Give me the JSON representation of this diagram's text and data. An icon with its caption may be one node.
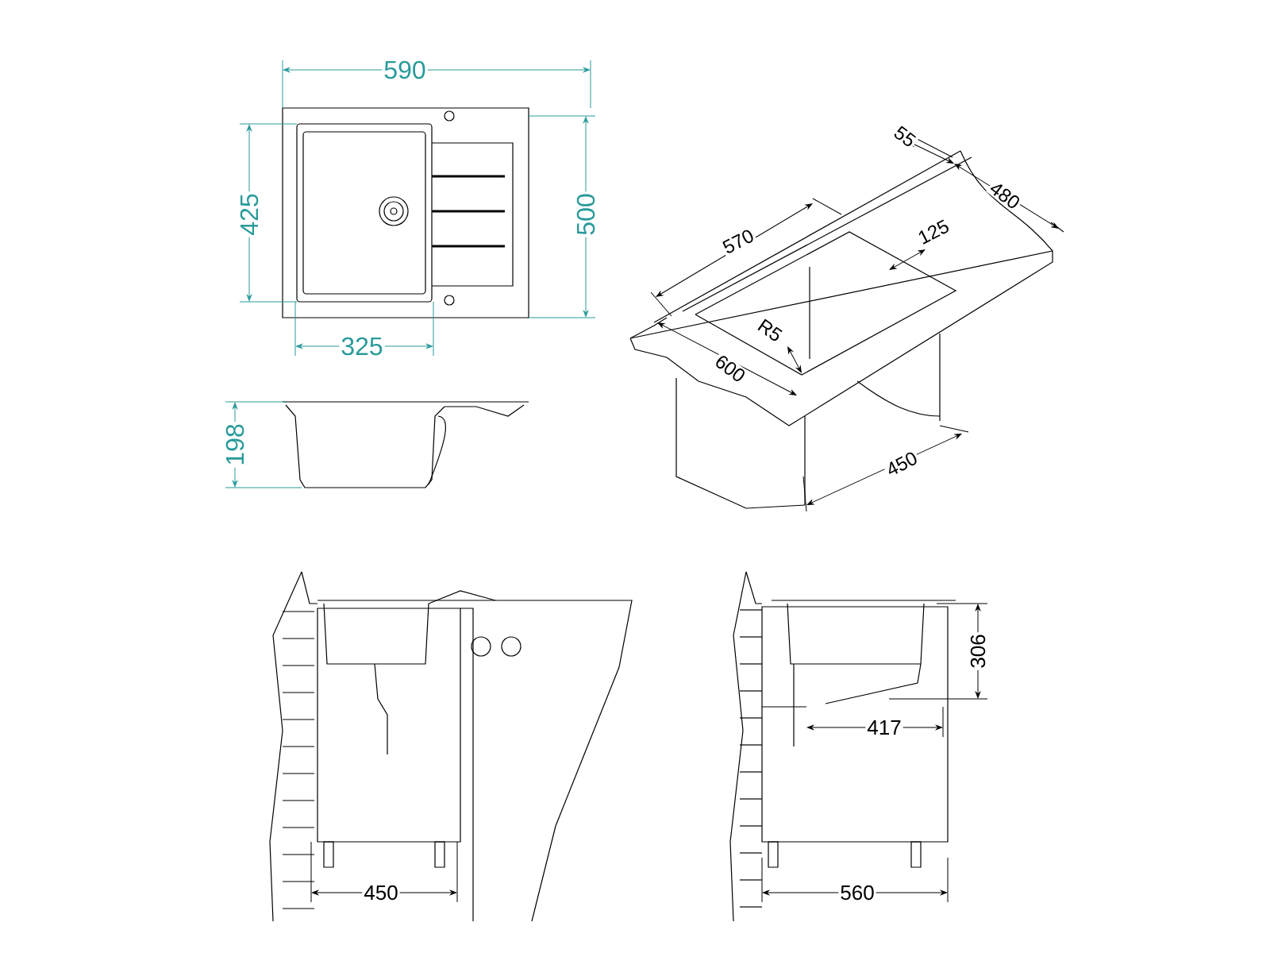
{
  "diagram": {
    "labels": [
      "590",
      "425",
      "500",
      "325",
      "198",
      "55",
      "480",
      "570",
      "125",
      "R5",
      "600",
      "450",
      "450",
      "417",
      "306",
      "560"
    ]
  }
}
